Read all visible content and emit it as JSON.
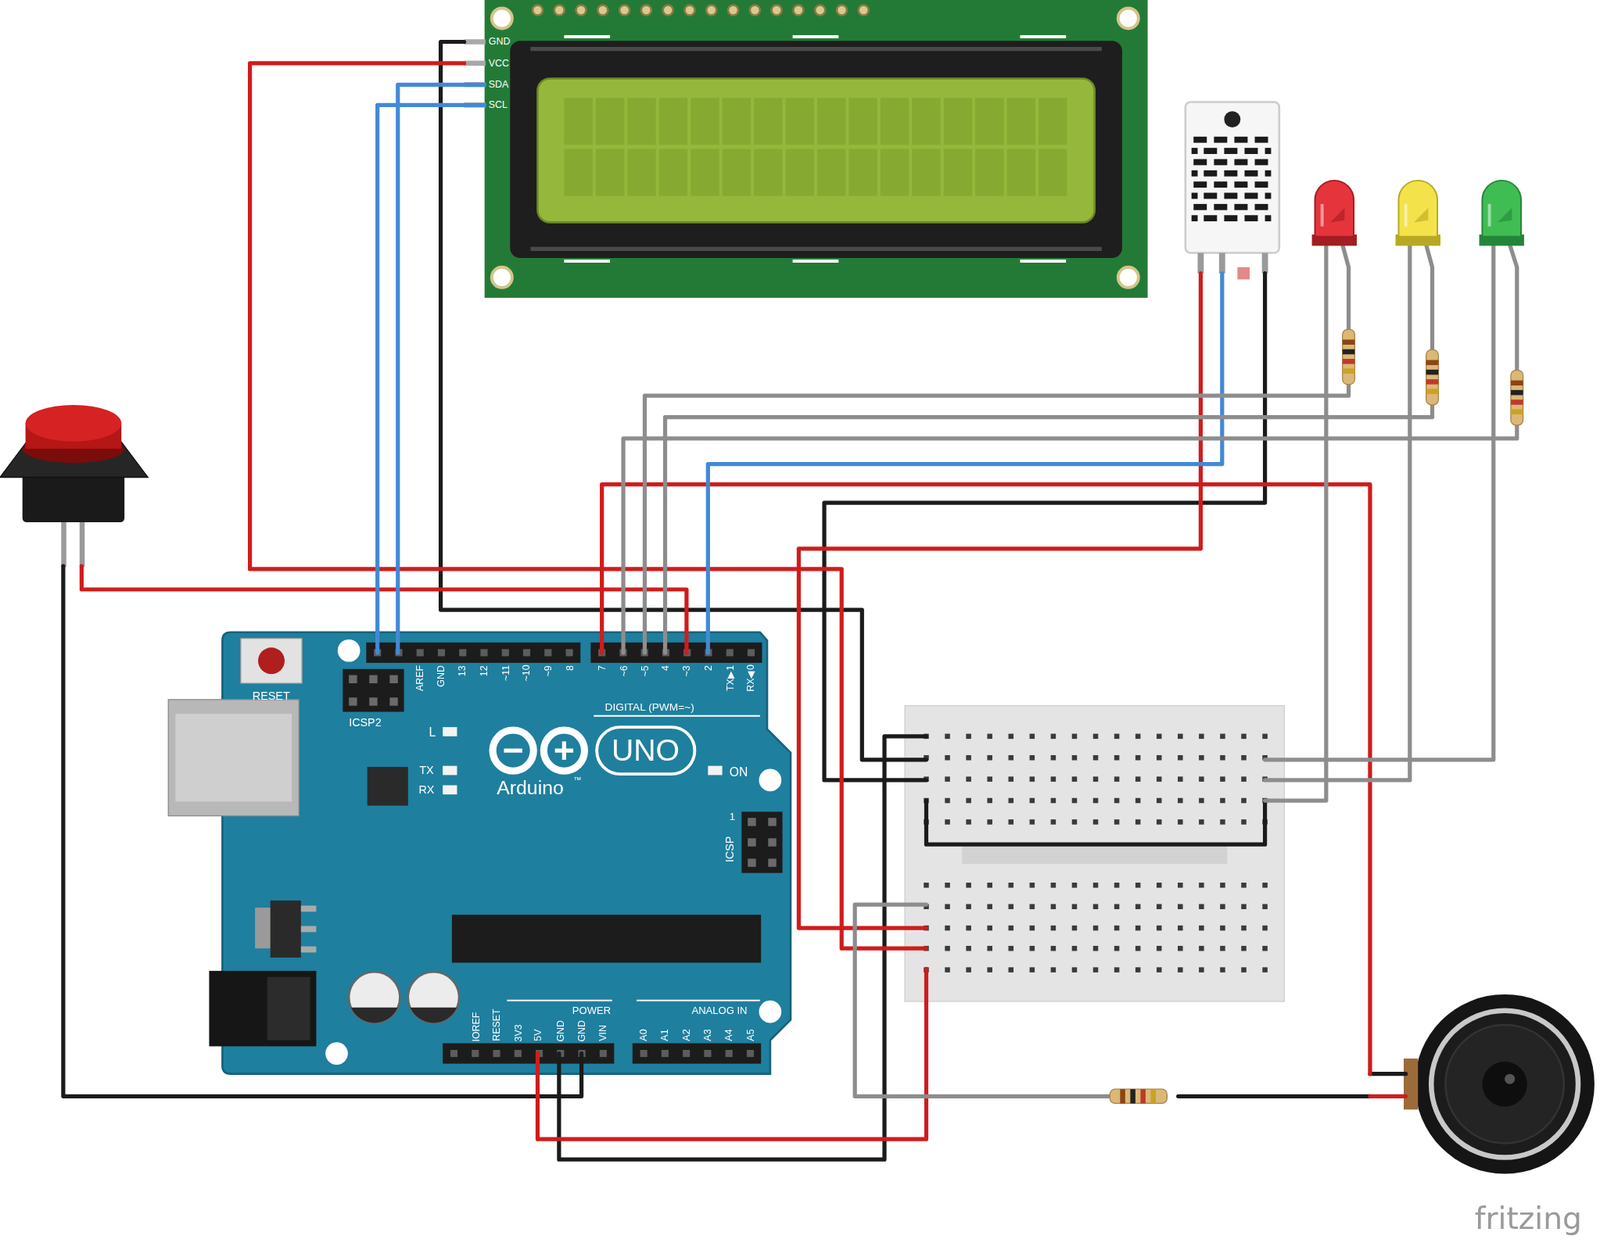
{
  "diagram": {
    "nodes": [
      {
        "text": [
          "GND",
          "VCC",
          "SDA",
          "SCL"
        ]
      },
      {
        "text": [
          "RESET",
          "ICSP2",
          "AREF",
          "GND",
          "13",
          "12",
          "~11",
          "~10",
          "~9",
          "8",
          "7",
          "~6",
          "~5",
          "4",
          "~3",
          "2",
          "TX▶1",
          "RX◀0",
          "DIGITAL (PWM=~)",
          "L",
          "TX",
          "RX",
          "Arduino",
          "™",
          "UNO",
          "ON",
          "1",
          "ICSP",
          "IOREF",
          "RESET",
          "3V3",
          "5V",
          "GND",
          "GND",
          "VIN",
          "POWER",
          "ANALOG IN",
          "A0",
          "A1",
          "A2",
          "A3",
          "A4",
          "A5"
        ]
      }
    ],
    "edges": [
      {
        "from": 0,
        "to": 1,
        "arrow": "none"
      },
      {
        "from": 0,
        "to": 1,
        "arrow": "none"
      }
    ],
    "labels": [
      "fritzing"
    ]
  }
}
